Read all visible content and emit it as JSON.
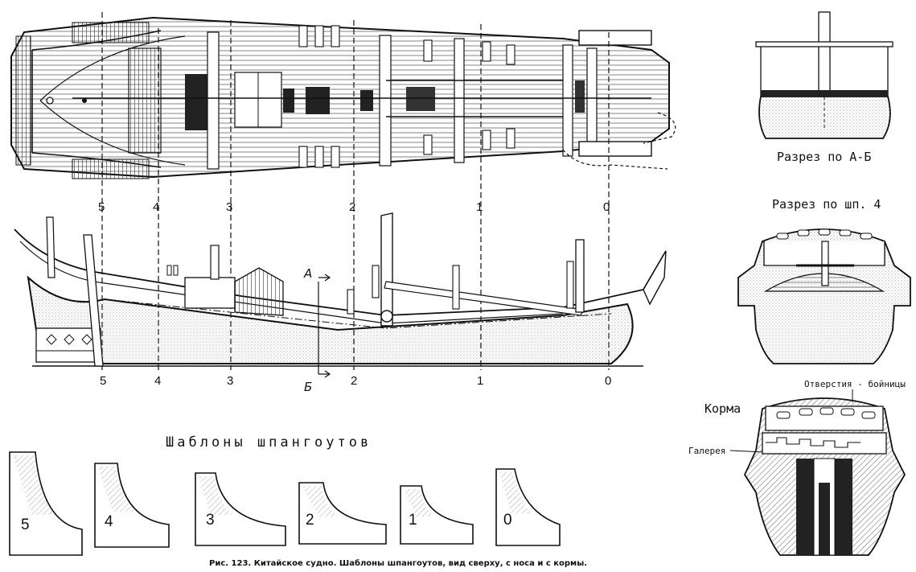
{
  "station_numbers": [
    "5",
    "4",
    "3",
    "2",
    "1",
    "0"
  ],
  "section_marks": {
    "a": "А",
    "b": "Б"
  },
  "right_panel": {
    "section_ab": "Разрез по А-Б",
    "section_frame4": "Разрез по шп. 4",
    "stern_title": "Корма",
    "gun_ports": "Отверстия - бойницы",
    "gallery": "Галерея"
  },
  "templates_title": "Шаблоны шпангоутов",
  "template_labels": [
    "5",
    "4",
    "3",
    "2",
    "1",
    "0"
  ],
  "caption": "Рис. 123. Китайское судно. Шаблоны шпангоутов, вид сверху, с носа и с кормы."
}
